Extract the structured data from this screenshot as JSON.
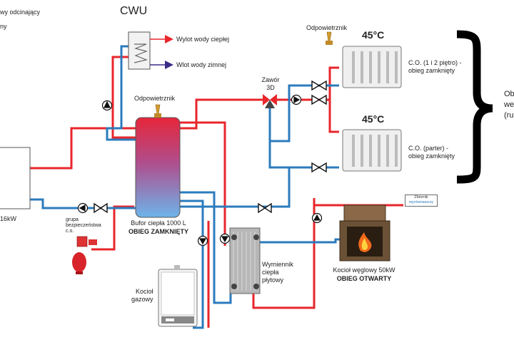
{
  "labels": {
    "top_left_1": "wy odcinający",
    "top_left_2": "ny",
    "cwu": "CWU",
    "hot_water_out": "Wylot wody ciepłej",
    "cold_water_in": "Wlot wody zimnej",
    "vent_top": "Odpowietrznik",
    "vent_buffer": "Odpowietrznik",
    "valve_3d": "Zawór\n3D",
    "rad_top_temp": "45°C",
    "rad_bottom_temp": "45°C",
    "rad_top_desc": "C.O. (1 i 2 piętro) -\nobieg zamknięty",
    "rad_bottom_desc": "C.O. (parter) -\nobieg zamknięty",
    "right_edge_text": "Ob\nwe\n(ru",
    "boiler_left_power": "16kW",
    "safety_group": "grupa\nbezpieczeństwa\nc.o.",
    "buffer_title": "Bufor ciepła 1000 L",
    "buffer_circuit": "OBIEG ZAMKNIĘTY",
    "gas_boiler": "Kocioł\ngazowy",
    "plate_hx": "Wymiennik\nciepła\npłytowy",
    "coal_boiler": "Kocioł węglowy 50kW",
    "coal_circuit": "OBIEG OTWARTY",
    "expansion_tank_1": "Zbiornik",
    "expansion_tank_2": "wyrównawczy"
  },
  "colors": {
    "hot": "#e8262b",
    "cold": "#2b7bbd",
    "buffer_top": "#e6263a",
    "buffer_bottom": "#6db4ea"
  }
}
